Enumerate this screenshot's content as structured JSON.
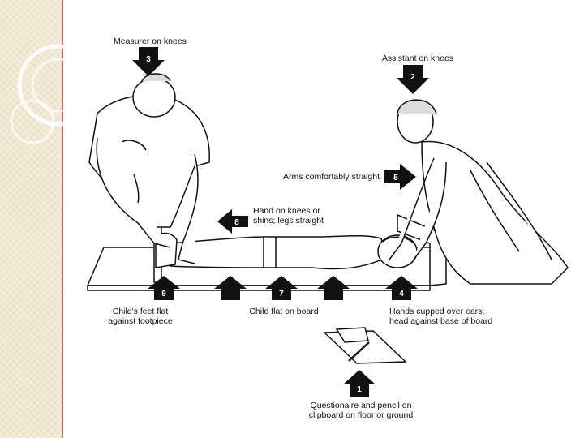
{
  "labels": {
    "measurer": "Measurer on knees",
    "assistant": "Assistant on knees",
    "arms": "Arms comfortably straight",
    "hand": "Hand on knees or\nshins; legs straight",
    "feet": "Child's feet flat\nagainst footpiece",
    "child_flat": "Child flat on board",
    "hands_cupped": "Hands cupped over ears;\nhead against base of board",
    "questionaire": "Questionaire and pencil on\nclipboard on floor or ground"
  },
  "markers": {
    "m1": "1",
    "m2": "2",
    "m3": "3",
    "m4": "4",
    "m5": "5",
    "m7": "7",
    "m8": "8",
    "m9": "9"
  },
  "colors": {
    "sidebar_bg": "#f3ecd8",
    "sidebar_border": "#c46a6a",
    "ink": "#111111"
  }
}
